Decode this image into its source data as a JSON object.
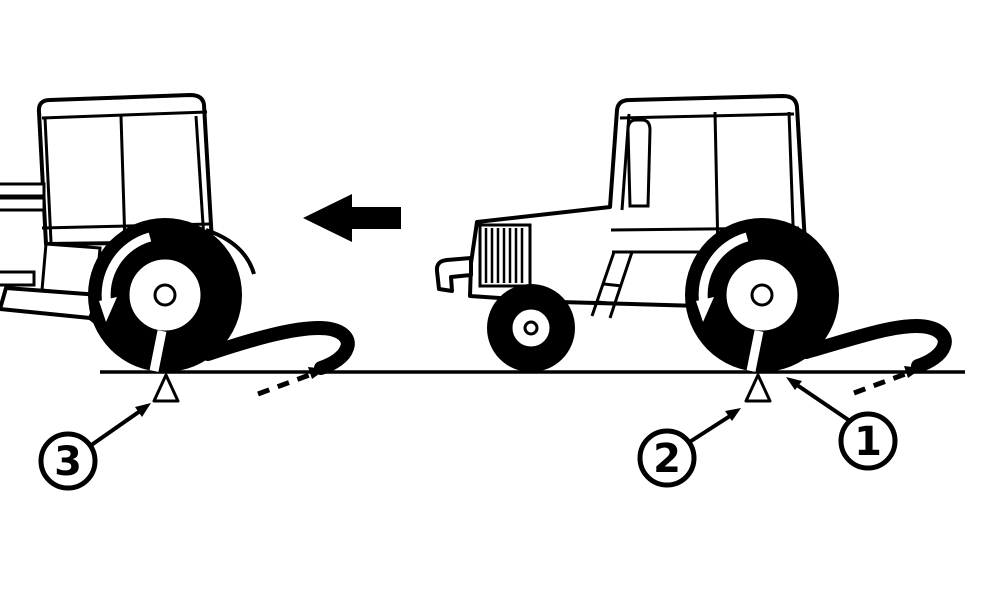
{
  "figure": {
    "callouts": {
      "c1": "1",
      "c2": "2",
      "c3": "3"
    },
    "colors": {
      "ink": "#000000",
      "paper": "#ffffff"
    }
  }
}
